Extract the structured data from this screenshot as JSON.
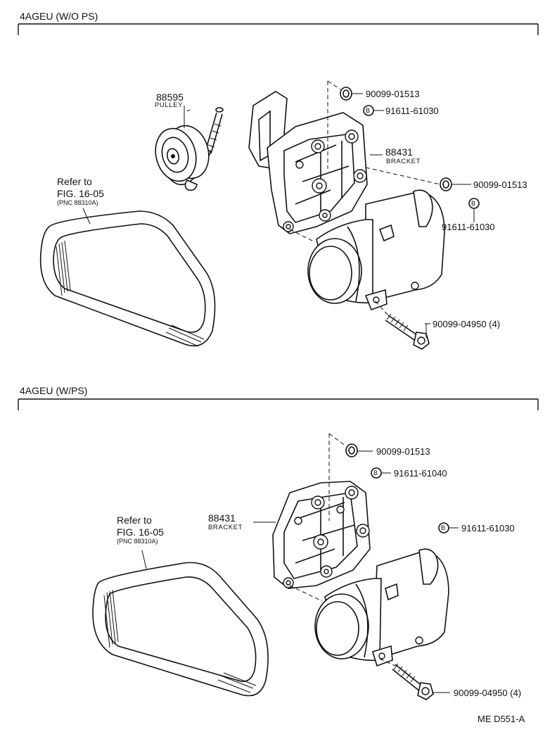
{
  "sections": [
    {
      "title": "4AGEU (W/O PS)",
      "parts": {
        "pulley_no": "88595",
        "pulley_name": "PULLEY",
        "bracket_no": "88431",
        "bracket_name": "BRACKET",
        "nut_top": "90099-01513",
        "bolt_top": "91611-61030",
        "nut_mid": "90099-01513",
        "bolt_mid": "91611-61030",
        "bolt_bottom": "90099-04950 (4)",
        "belt_ref_1": "Refer to",
        "belt_ref_2": "FIG. 16-05",
        "belt_ref_3": "(PNC 88310A)"
      }
    },
    {
      "title": "4AGEU (W/PS)",
      "parts": {
        "bracket_no": "88431",
        "bracket_name": "BRACKET",
        "nut_top": "90099-01513",
        "bolt_top": "91611-61040",
        "bolt_mid": "91611-61030",
        "bolt_bottom": "90099-04950 (4)",
        "belt_ref_1": "Refer to",
        "belt_ref_2": "FIG. 16-05",
        "belt_ref_3": "(PNC 88310A)"
      }
    }
  ],
  "bolt_marker": "B",
  "footer_code": "ME  D551-A"
}
